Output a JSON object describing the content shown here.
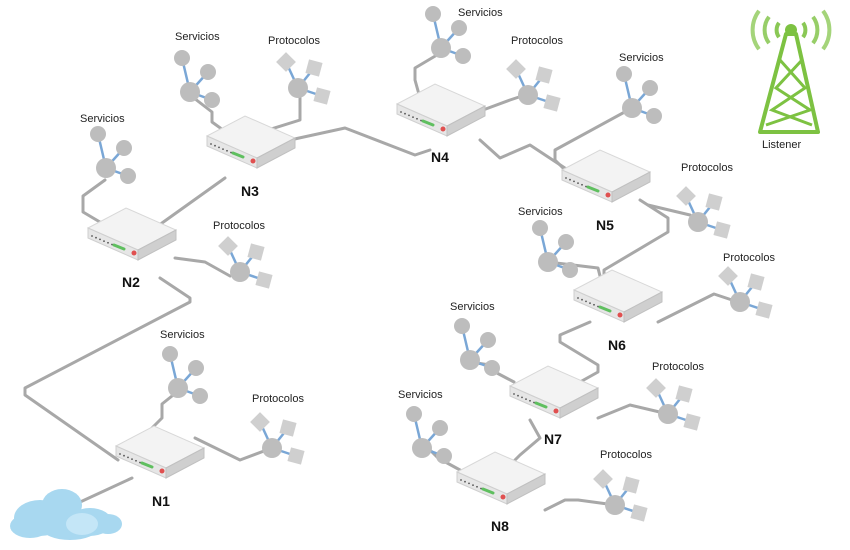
{
  "nodes": [
    {
      "id": "N1",
      "label": "N1"
    },
    {
      "id": "N2",
      "label": "N2"
    },
    {
      "id": "N3",
      "label": "N3"
    },
    {
      "id": "N4",
      "label": "N4"
    },
    {
      "id": "N5",
      "label": "N5"
    },
    {
      "id": "N6",
      "label": "N6"
    },
    {
      "id": "N7",
      "label": "N7"
    },
    {
      "id": "N8",
      "label": "N8"
    }
  ],
  "service_label": "Servicios",
  "protocol_label": "Protocolos",
  "listener": {
    "label": "Listener",
    "color": "#7dc242"
  },
  "colors": {
    "link": "#a8a8a8",
    "router_top": "#f3f3f3",
    "router_side": "#cfcfcf",
    "service_circle": "#bdbdbd",
    "protocol_square": "#cfcfcf",
    "spoke": "#7aa7d6",
    "cloud": "#a8d8f0",
    "led_green": "#5fbf5f",
    "led_red": "#e05050"
  }
}
